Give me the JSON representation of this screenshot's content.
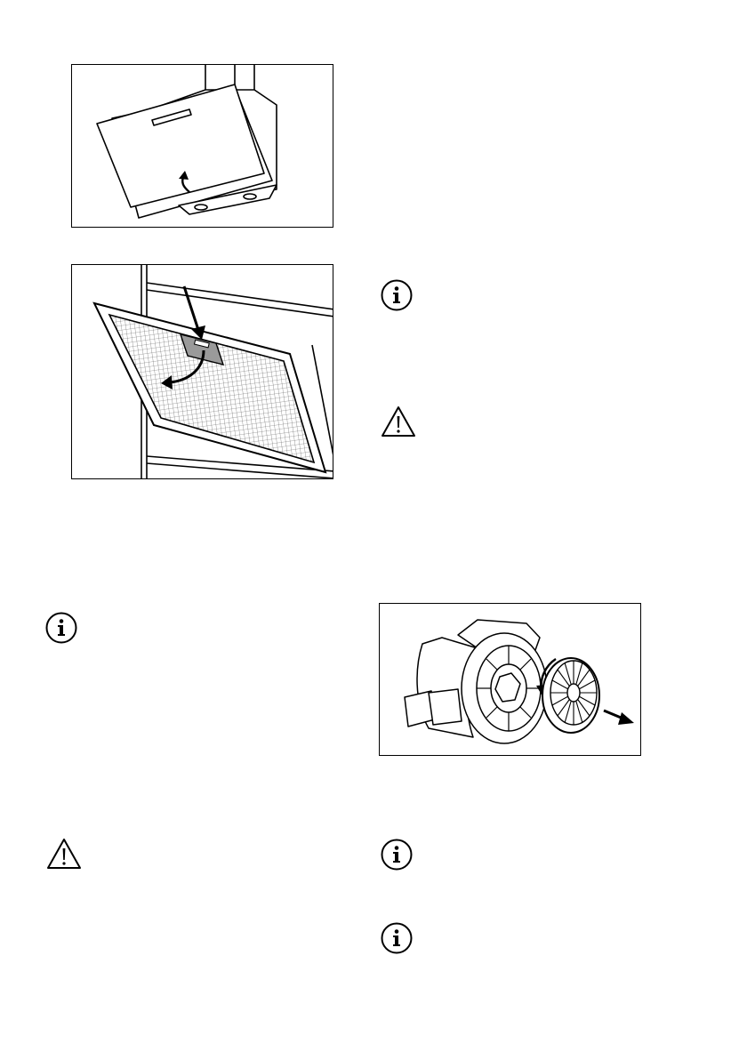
{
  "page": {
    "figures": [
      {
        "id": "hood-panel-open",
        "caption": ""
      },
      {
        "id": "grease-filter-removal",
        "caption": ""
      },
      {
        "id": "charcoal-filter-removal",
        "caption": ""
      }
    ],
    "icons": [
      {
        "name": "info-icon",
        "glyph": "i"
      },
      {
        "name": "warning-icon",
        "glyph": "!"
      }
    ],
    "colors": {
      "line": "#000000",
      "filter_tab": "#9a9a9a",
      "background": "#ffffff"
    }
  }
}
